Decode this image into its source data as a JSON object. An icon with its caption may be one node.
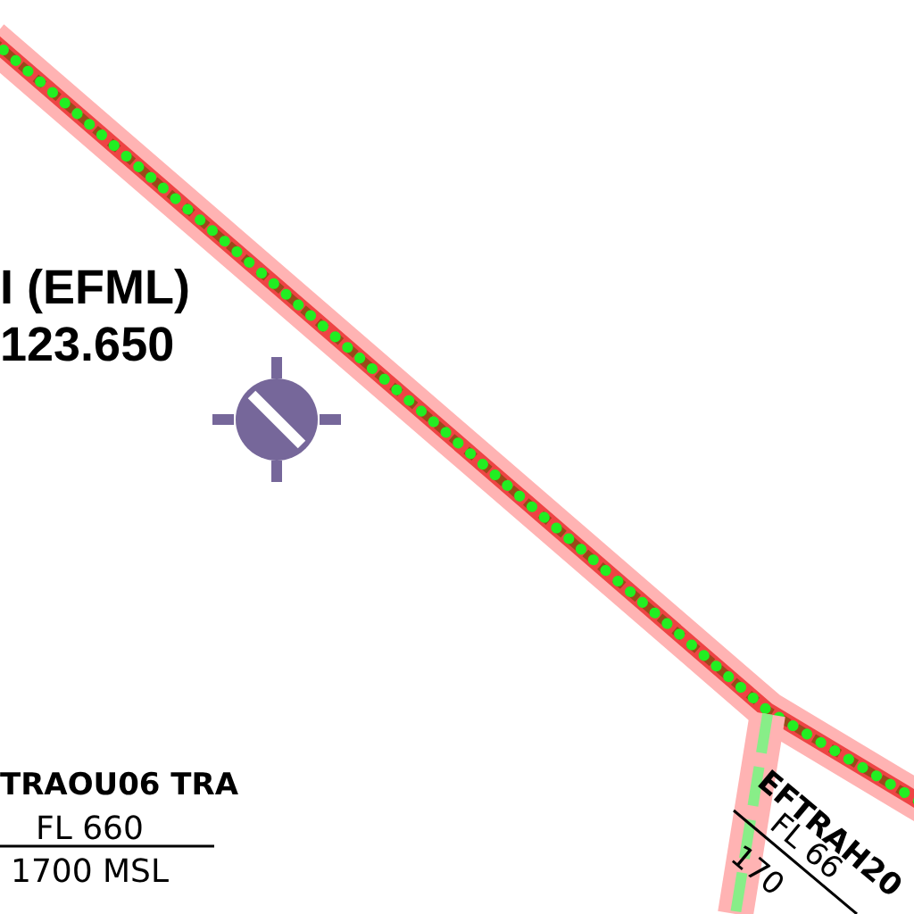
{
  "diagram": {
    "labels": [
      "I (EFML)",
      "123.650",
      "TRAOU06 TRA",
      "FL 660",
      "1700 MSL",
      "EFTRAH20",
      "FL 66",
      "170"
    ]
  }
}
